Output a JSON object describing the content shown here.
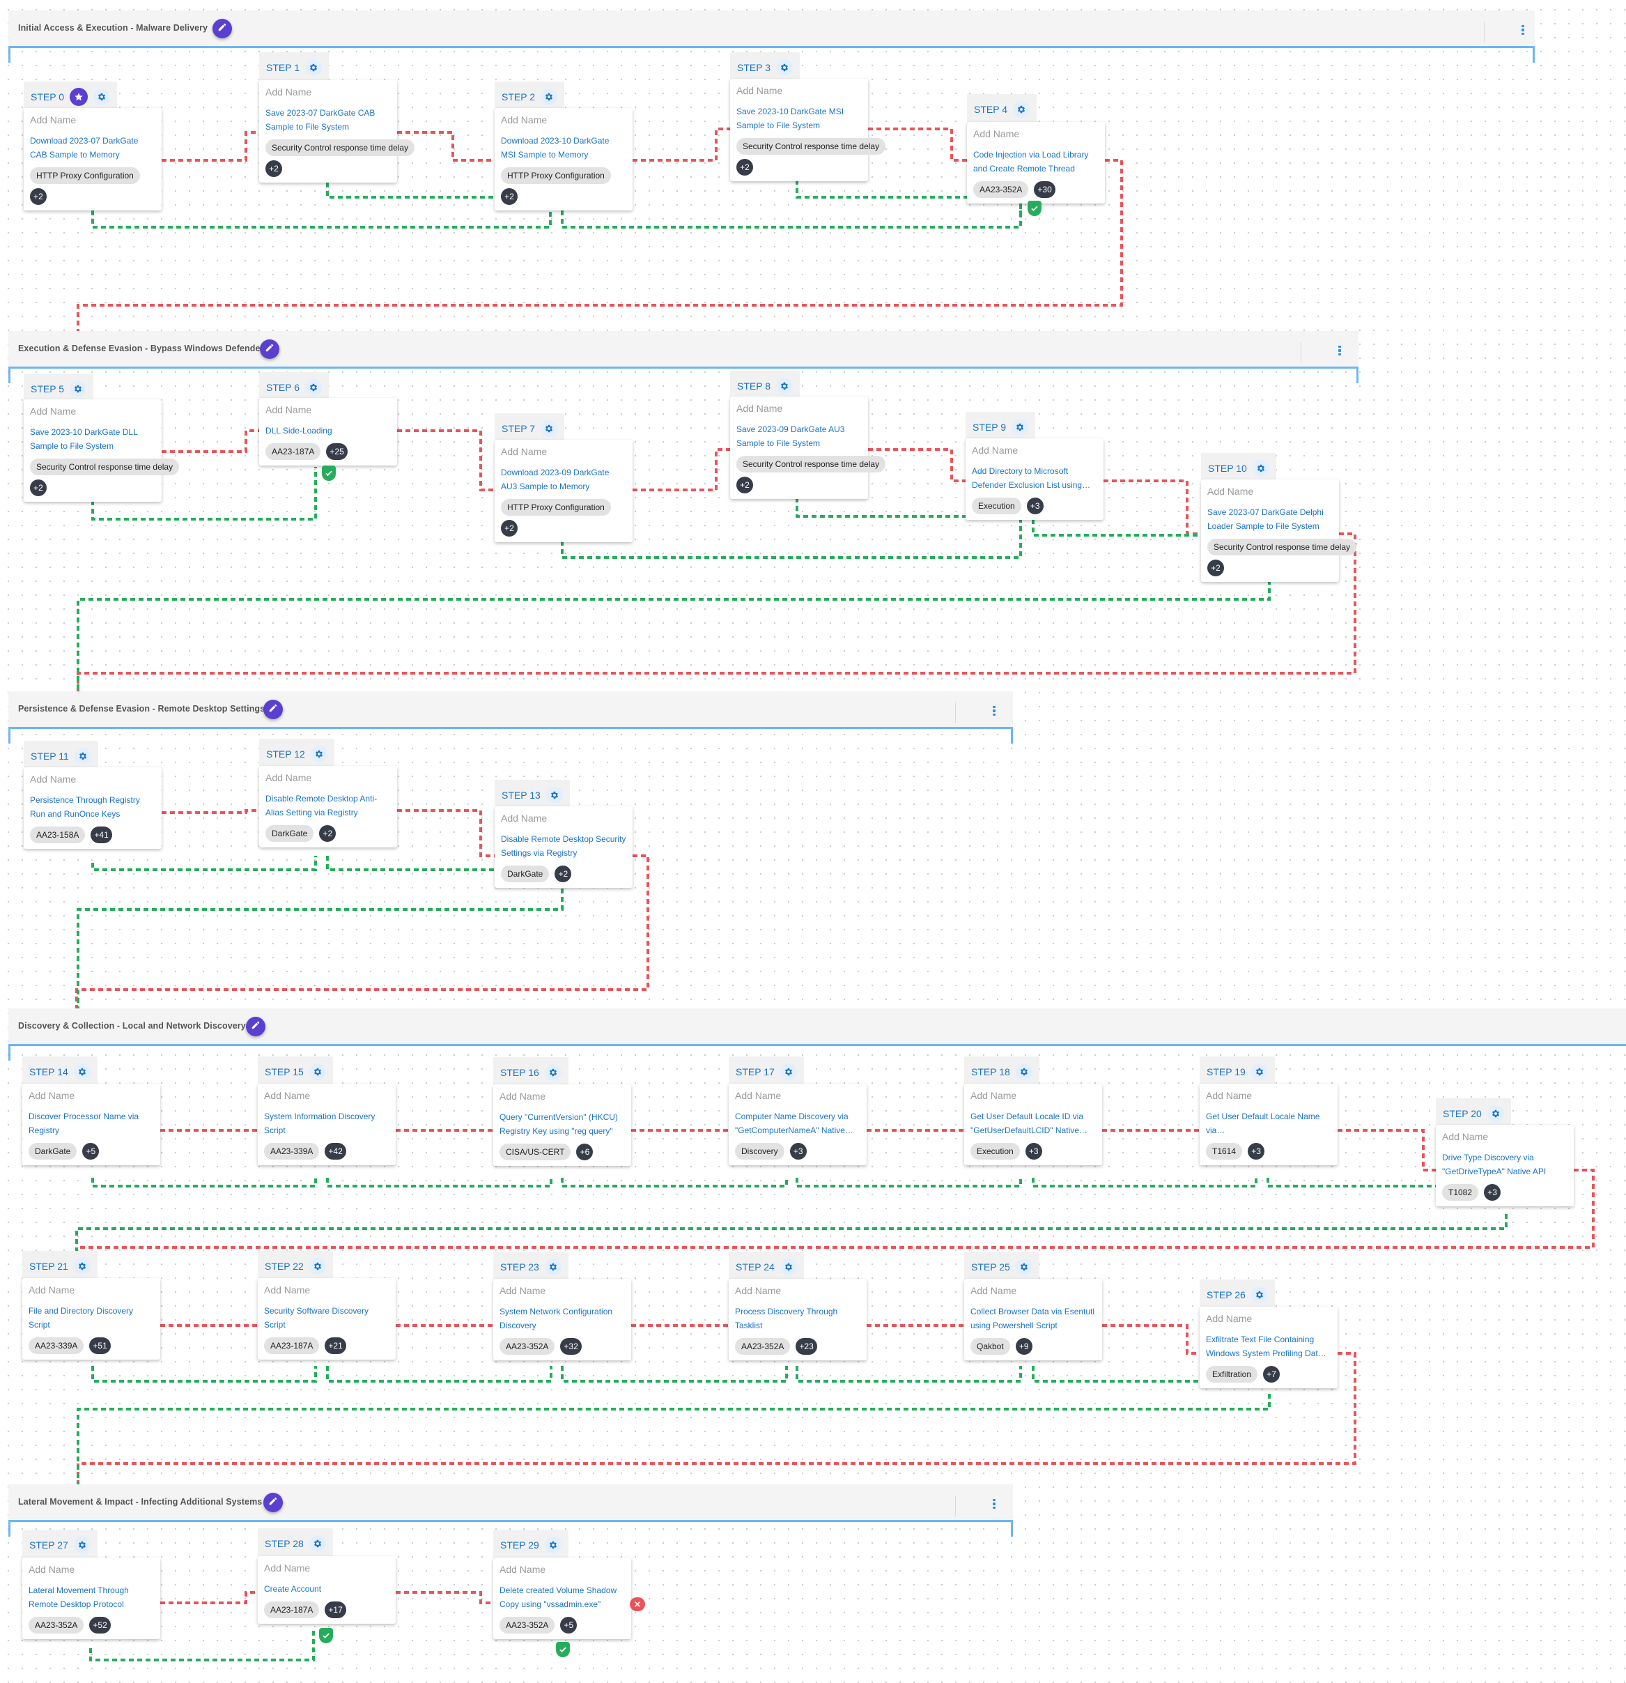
{
  "colors": {
    "accent": "#1a73c7",
    "edit_button": "#5b3fd1",
    "phase_border": "#6cb6f3",
    "success_link": "#26ad5b",
    "failure_link": "#e9545b",
    "count_badge": "#373c49",
    "tag_bg": "#e2e2e2"
  },
  "card_placeholder": "Add Name",
  "phases": [
    {
      "title": "Initial Access & Execution - Malware Delivery",
      "has_menu": true
    },
    {
      "title": "Execution & Defense Evasion - Bypass Windows Defender",
      "has_menu": true
    },
    {
      "title": "Persistence & Defense Evasion - Remote Desktop Settings",
      "has_menu": true
    },
    {
      "title": "Discovery & Collection - Local and Network Discovery",
      "has_menu": false
    },
    {
      "title": "Lateral Movement & Impact - Infecting Additional Systems",
      "has_menu": true
    }
  ],
  "steps": [
    {
      "label": "STEP 0",
      "starred": true,
      "name": "Add Name",
      "technique": "Download 2023-07 DarkGate CAB Sample to Memory",
      "tag": "HTTP Proxy Configuration",
      "more": "+2",
      "status": []
    },
    {
      "label": "STEP 1",
      "name": "Add Name",
      "technique": "Save 2023-07 DarkGate CAB Sample to File System",
      "tag": "Security Control response time delay",
      "more": "+2",
      "status": []
    },
    {
      "label": "STEP 2",
      "name": "Add Name",
      "technique": "Download 2023-10 DarkGate MSI Sample to Memory",
      "tag": "HTTP Proxy Configuration",
      "more": "+2",
      "status": []
    },
    {
      "label": "STEP 3",
      "name": "Add Name",
      "technique": "Save 2023-10 DarkGate MSI Sample to File System",
      "tag": "Security Control response time delay",
      "more": "+2",
      "status": []
    },
    {
      "label": "STEP 4",
      "name": "Add Name",
      "technique": "Code Injection via Load Library and Create Remote Thread",
      "tag": "AA23-352A",
      "more": "+30",
      "status": [
        "success"
      ]
    },
    {
      "label": "STEP 5",
      "name": "Add Name",
      "technique": "Save 2023-10 DarkGate DLL Sample to File System",
      "tag": "Security Control response time delay",
      "more": "+2",
      "status": []
    },
    {
      "label": "STEP 6",
      "name": "Add Name",
      "technique": "DLL Side-Loading",
      "tag": "AA23-187A",
      "more": "+25",
      "status": [
        "success"
      ]
    },
    {
      "label": "STEP 7",
      "name": "Add Name",
      "technique": "Download 2023-09 DarkGate AU3 Sample to Memory",
      "tag": "HTTP Proxy Configuration",
      "more": "+2",
      "status": []
    },
    {
      "label": "STEP 8",
      "name": "Add Name",
      "technique": "Save 2023-09 DarkGate AU3 Sample to File System",
      "tag": "Security Control response time delay",
      "more": "+2",
      "status": []
    },
    {
      "label": "STEP 9",
      "name": "Add Name",
      "technique": "Add Directory to Microsoft Defender Exclusion List using…",
      "tag": "Execution",
      "more": "+3",
      "status": []
    },
    {
      "label": "STEP 10",
      "name": "Add Name",
      "technique": "Save 2023-07 DarkGate Delphi Loader Sample to File System",
      "tag": "Security Control response time delay",
      "more": "+2",
      "status": []
    },
    {
      "label": "STEP 11",
      "name": "Add Name",
      "technique": "Persistence Through Registry Run and RunOnce Keys",
      "tag": "AA23-158A",
      "more": "+41",
      "status": []
    },
    {
      "label": "STEP 12",
      "name": "Add Name",
      "technique": "Disable Remote Desktop Anti-Alias Setting via Registry",
      "tag": "DarkGate",
      "more": "+2",
      "status": []
    },
    {
      "label": "STEP 13",
      "name": "Add Name",
      "technique": "Disable Remote Desktop Security Settings via Registry",
      "tag": "DarkGate",
      "more": "+2",
      "status": []
    },
    {
      "label": "STEP 14",
      "name": "Add Name",
      "technique": "Discover Processor Name via Registry",
      "tag": "DarkGate",
      "more": "+5",
      "status": []
    },
    {
      "label": "STEP 15",
      "name": "Add Name",
      "technique": "System Information Discovery Script",
      "tag": "AA23-339A",
      "more": "+42",
      "status": []
    },
    {
      "label": "STEP 16",
      "name": "Add Name",
      "technique": "Query \"CurrentVersion\" (HKCU) Registry Key using \"reg query\"",
      "tag": "CISA/US-CERT",
      "more": "+6",
      "status": []
    },
    {
      "label": "STEP 17",
      "name": "Add Name",
      "technique": "Computer Name Discovery via \"GetComputerNameA\" Native…",
      "tag": "Discovery",
      "more": "+3",
      "status": []
    },
    {
      "label": "STEP 18",
      "name": "Add Name",
      "technique": "Get User Default Locale ID via \"GetUserDefaultLCID\" Native…",
      "tag": "Execution",
      "more": "+3",
      "status": []
    },
    {
      "label": "STEP 19",
      "name": "Add Name",
      "technique": "Get User Default Locale Name via…",
      "tag": "T1614",
      "more": "+3",
      "status": []
    },
    {
      "label": "STEP 20",
      "name": "Add Name",
      "technique": "Drive Type Discovery via \"GetDriveTypeA\" Native API",
      "tag": "T1082",
      "more": "+3",
      "status": []
    },
    {
      "label": "STEP 21",
      "name": "Add Name",
      "technique": "File and Directory Discovery Script",
      "tag": "AA23-339A",
      "more": "+51",
      "status": []
    },
    {
      "label": "STEP 22",
      "name": "Add Name",
      "technique": "Security Software Discovery Script",
      "tag": "AA23-187A",
      "more": "+21",
      "status": []
    },
    {
      "label": "STEP 23",
      "name": "Add Name",
      "technique": "System Network Configuration Discovery",
      "tag": "AA23-352A",
      "more": "+32",
      "status": []
    },
    {
      "label": "STEP 24",
      "name": "Add Name",
      "technique": "Process Discovery Through Tasklist",
      "tag": "AA23-352A",
      "more": "+23",
      "status": []
    },
    {
      "label": "STEP 25",
      "name": "Add Name",
      "technique": "Collect Browser Data via Esentutl using Powershell Script",
      "tag": "Qakbot",
      "more": "+9",
      "status": []
    },
    {
      "label": "STEP 26",
      "name": "Add Name",
      "technique": "Exfiltrate Text File Containing Windows System Profiling Dat…",
      "tag": "Exfiltration",
      "more": "+7",
      "status": []
    },
    {
      "label": "STEP 27",
      "name": "Add Name",
      "technique": "Lateral Movement Through Remote Desktop Protocol",
      "tag": "AA23-352A",
      "more": "+52",
      "status": []
    },
    {
      "label": "STEP 28",
      "name": "Add Name",
      "technique": "Create Account",
      "tag": "AA23-187A",
      "more": "+17",
      "status": [
        "success"
      ]
    },
    {
      "label": "STEP 29",
      "name": "Add Name",
      "technique": "Delete created Volume Shadow Copy using \"vssadmin.exe\"",
      "tag": "AA23-352A",
      "more": "+5",
      "status": [
        "failure",
        "success"
      ]
    }
  ]
}
